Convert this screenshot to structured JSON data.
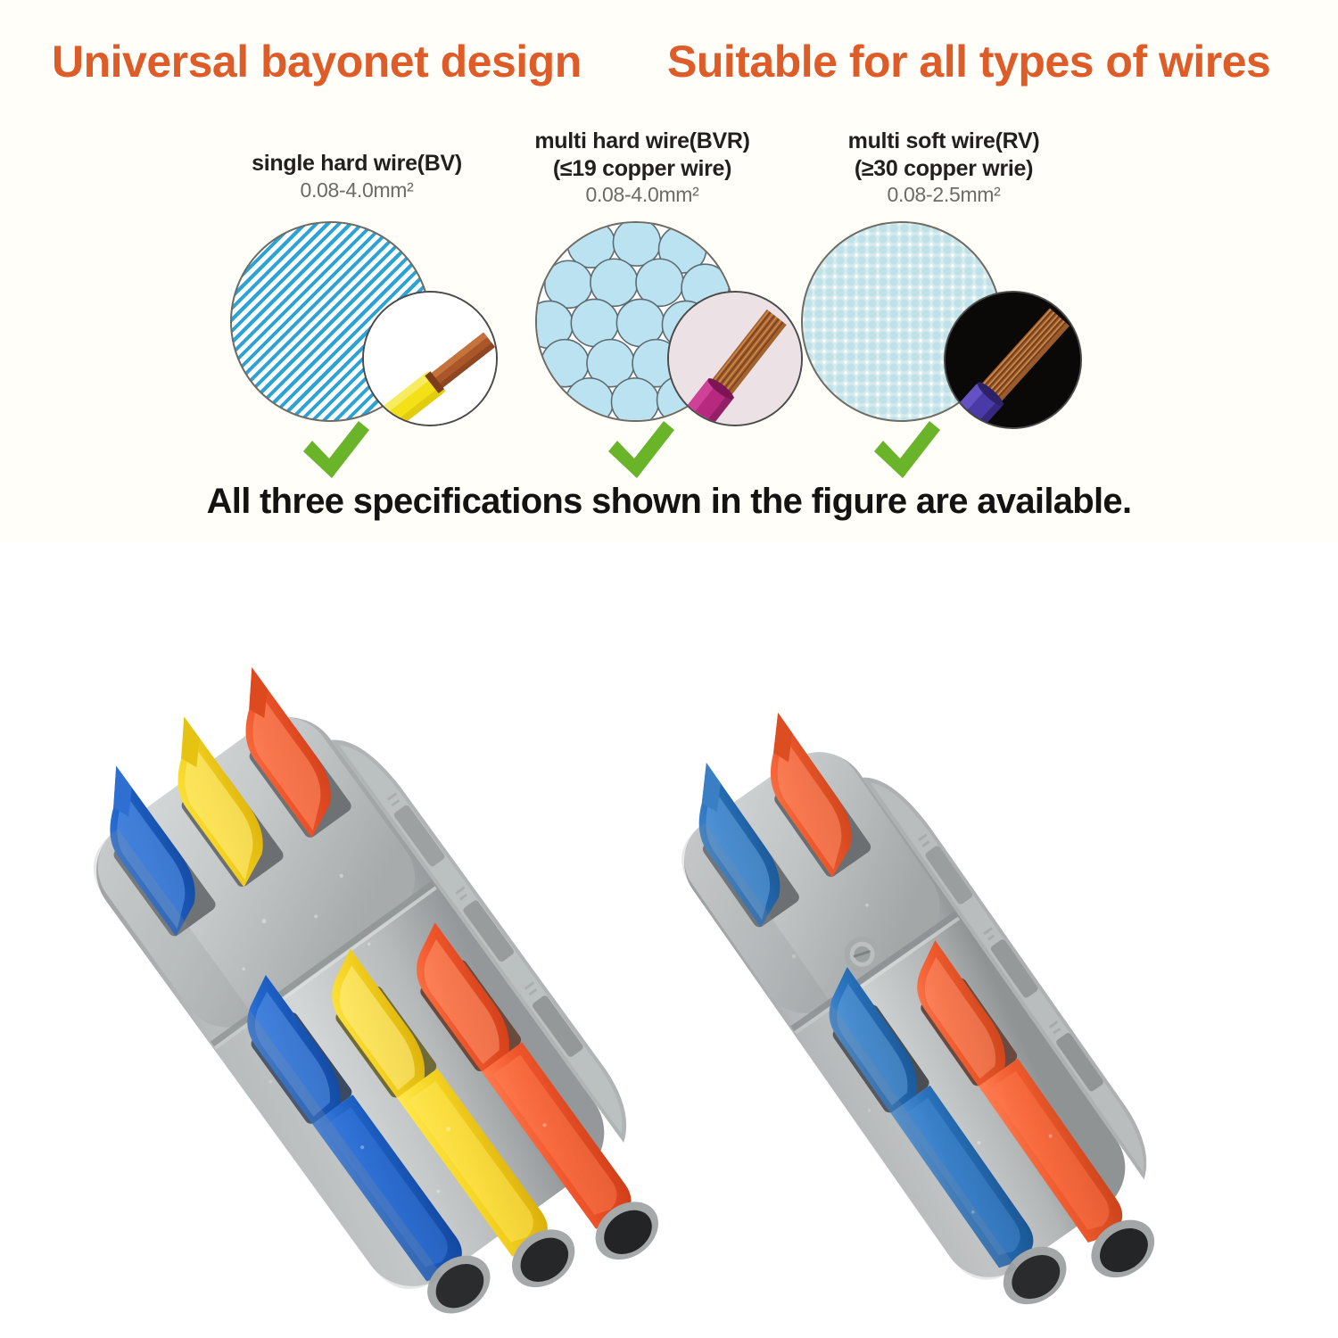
{
  "headlines": {
    "left": "Universal bayonet design",
    "right": "Suitable for all types of wires"
  },
  "wire_specs": [
    {
      "title": "single hard wire(BV)",
      "subtitle": "",
      "range": "0.08-4.0mm²",
      "pattern": "diagonal-stripes",
      "inset": "yellow-sheath-solid-copper-wire",
      "check": "green-check",
      "check_label": "✔"
    },
    {
      "title": "multi hard wire(BVR)",
      "subtitle": "(≤19 copper wire)",
      "range": "0.08-4.0mm²",
      "pattern": "packed-circles",
      "inset": "magenta-sheath-stranded-copper-wire",
      "check": "green-check",
      "check_label": "✔"
    },
    {
      "title": "multi soft wire(RV)",
      "subtitle": "(≥30 copper wrie)",
      "range": "0.08-2.5mm²",
      "pattern": "fine-dots",
      "inset": "purple-sheath-fine-stranded-copper-wire",
      "check": "green-check",
      "check_label": "✔"
    }
  ],
  "caption": "All three specifications shown in the figure are available.",
  "product": {
    "left_connector": {
      "name": "3-way lever wire connector",
      "lever_count": 3,
      "lever_colors": [
        "#1f63c8",
        "#f5d322",
        "#f0562c"
      ],
      "port_count": 3,
      "body_color": "#b9bcbd"
    },
    "right_connector": {
      "name": "2-way lever wire connector",
      "lever_count": 2,
      "lever_colors": [
        "#2a73bd",
        "#ef5b2e"
      ],
      "port_count": 2,
      "body_color": "#b3b6b7",
      "has_screw": true
    }
  },
  "colors": {
    "headline_orange": "#dd5c28",
    "check_green": "#6ab42a",
    "panel_background": "#fffef9",
    "photo_background": "#ffffff",
    "spec_title_text": "#231f1c",
    "spec_range_text": "#6e6a66",
    "pattern_blue": "#2ba3d6",
    "pattern_lightblue": "#bfe2e8"
  }
}
